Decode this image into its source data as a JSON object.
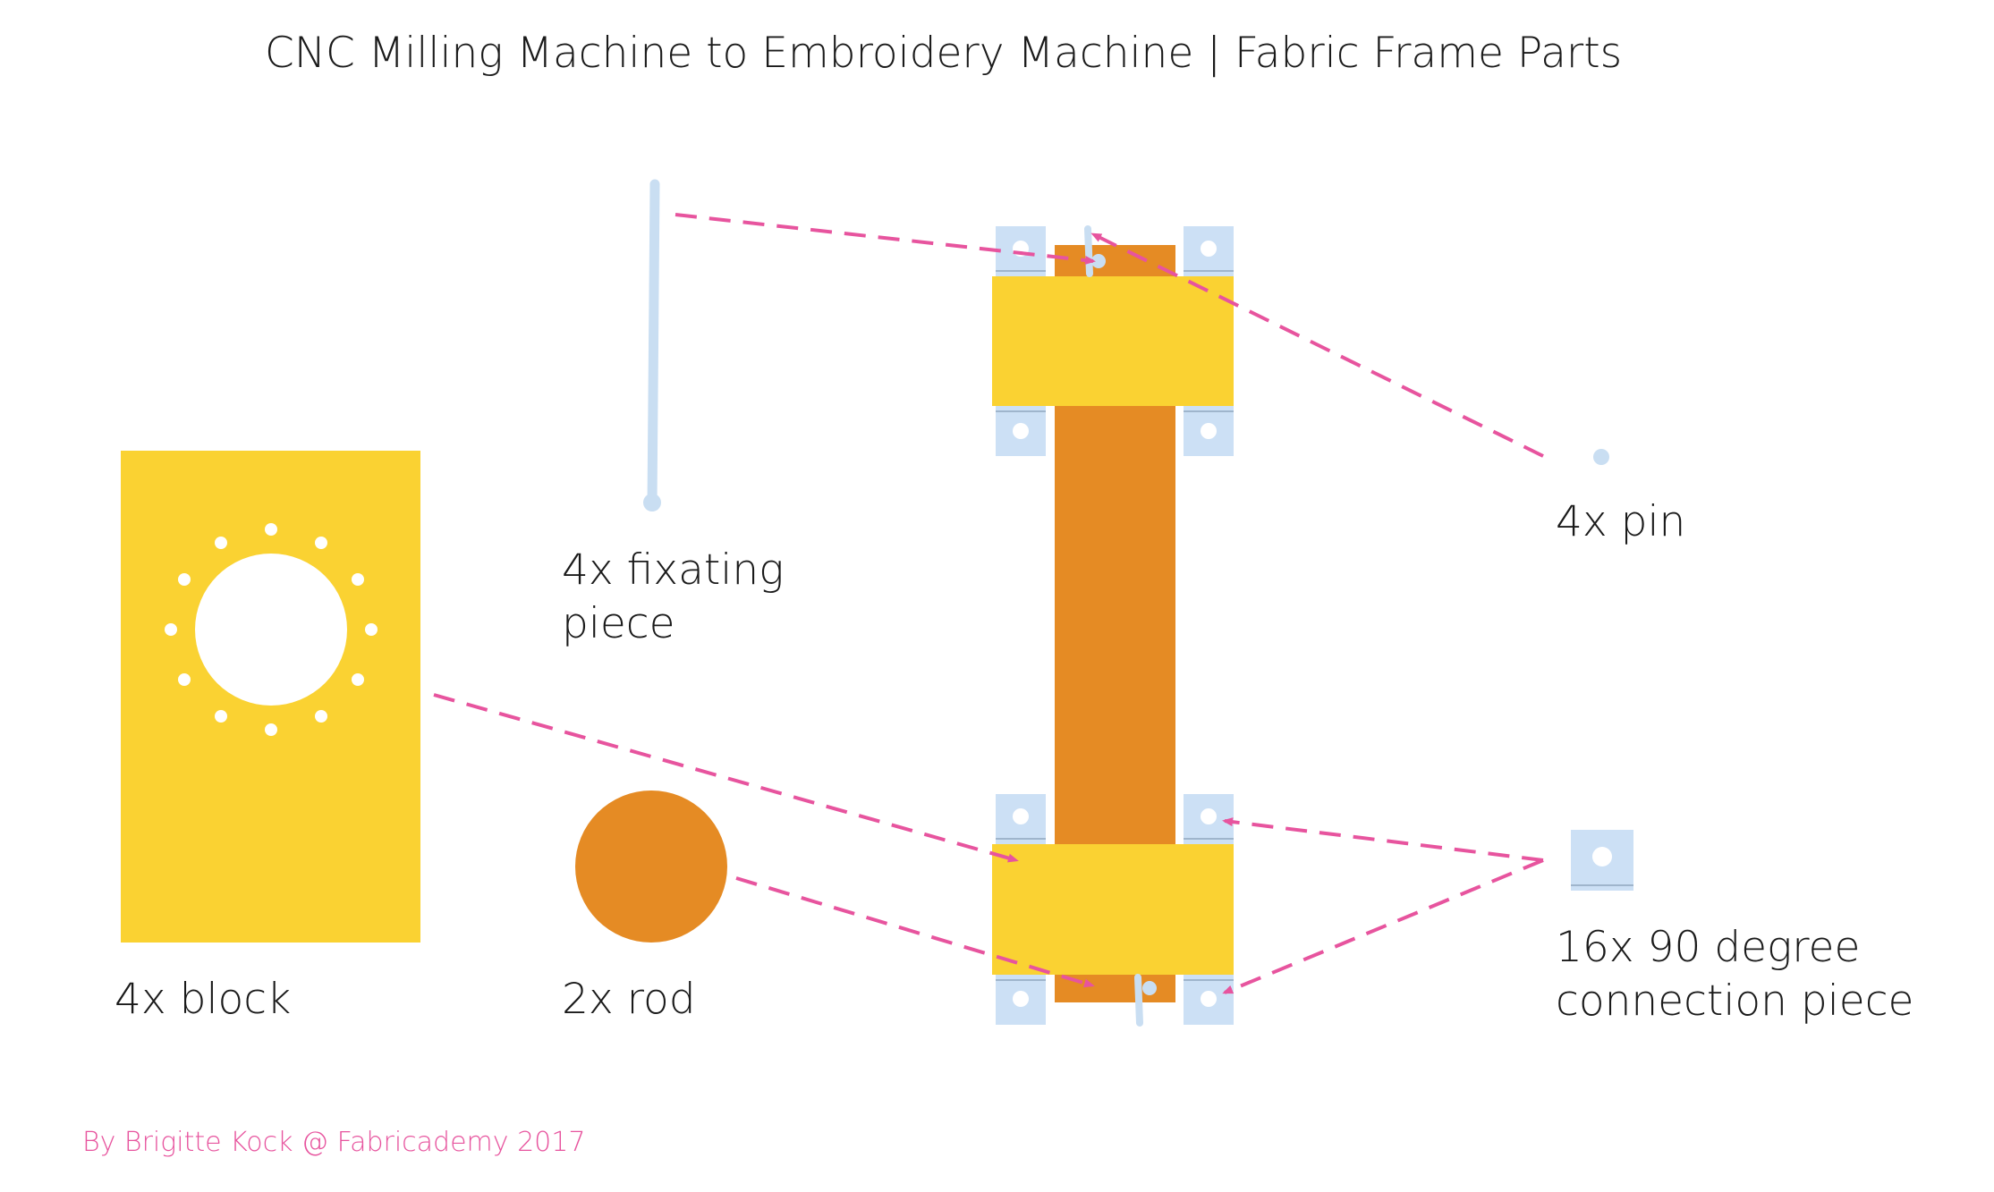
{
  "title": "CNC Milling Machine to Embroidery Machine | Fabric Frame Parts",
  "parts": {
    "block": "4x block",
    "rod": "2x rod",
    "fixating_piece": [
      "4x fixating",
      "piece"
    ],
    "pin": "4x pin",
    "connection_piece": [
      "16x 90 degree",
      "connection piece"
    ]
  },
  "credit": "By Brigitte Kock @ Fabricademy 2017",
  "colors": {
    "block": "#FAD232",
    "rod": "#E58B24",
    "connection_piece": "#CCE0F5",
    "connection_line": "#9FB5CC",
    "fixating_piece": "#C9DEF2",
    "arrow": "#E7549E",
    "credit": "#E7549E",
    "text": "#1a1a1a"
  }
}
